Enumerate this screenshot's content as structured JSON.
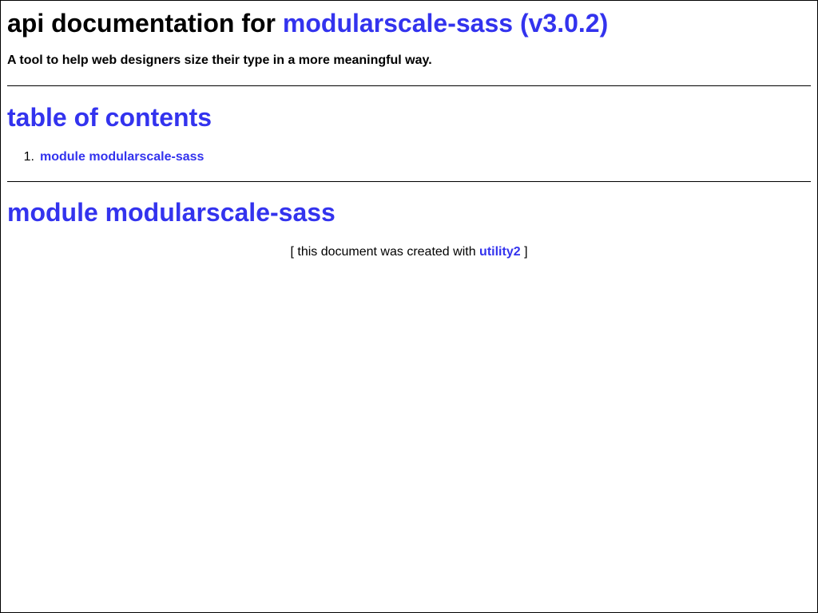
{
  "header": {
    "title_prefix": "api documentation for",
    "package_link": "modularscale-sass (v3.0.2)"
  },
  "description": "A tool to help web designers size their type in a more meaningful way.",
  "toc": {
    "heading": "table of contents",
    "items": [
      {
        "number": "1.",
        "label": "module modularscale-sass"
      }
    ]
  },
  "module": {
    "heading": "module modularscale-sass"
  },
  "footer": {
    "open_bracket": "[",
    "text": "this document was created with",
    "link": "utility2",
    "close_bracket": "]"
  },
  "colors": {
    "link": "#3333ee",
    "text": "#000000",
    "background": "#ffffff"
  }
}
